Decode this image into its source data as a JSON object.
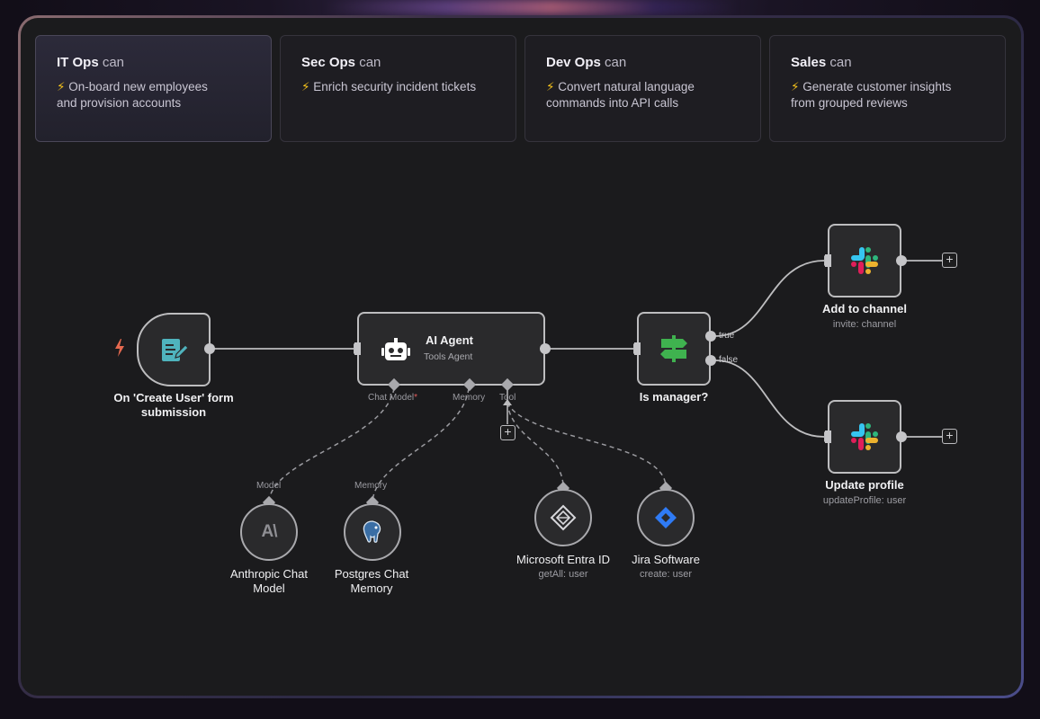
{
  "cards": [
    {
      "team": "IT Ops",
      "can": "can",
      "desc_line1": "On-board new employees",
      "desc_line2": "and provision accounts",
      "active": true
    },
    {
      "team": "Sec Ops",
      "can": "can",
      "desc_line1": "Enrich security incident tickets",
      "desc_line2": "",
      "active": false
    },
    {
      "team": "Dev Ops",
      "can": "can",
      "desc_line1": "Convert natural language",
      "desc_line2": "commands into API calls",
      "active": false
    },
    {
      "team": "Sales",
      "can": "can",
      "desc_line1": "Generate customer insights",
      "desc_line2": "from grouped reviews",
      "active": false
    }
  ],
  "bolt": "⚡",
  "nodes": {
    "trigger": {
      "label_line1": "On 'Create User' form",
      "label_line2": "submission"
    },
    "agent": {
      "title": "AI Agent",
      "subtitle": "Tools Agent",
      "ports": {
        "chat_model": "Chat Model",
        "chat_model_required": "*",
        "memory": "Memory",
        "tool": "Tool"
      }
    },
    "if": {
      "label": "Is manager?",
      "true_label": "true",
      "false_label": "false"
    },
    "add_channel": {
      "label": "Add to channel",
      "sub": "invite: channel"
    },
    "update_profile": {
      "label": "Update profile",
      "sub": "updateProfile: user"
    },
    "anthropic": {
      "port": "Model",
      "label_line1": "Anthropic Chat",
      "label_line2": "Model",
      "glyph": "A\\"
    },
    "postgres": {
      "port": "Memory",
      "label_line1": "Postgres Chat",
      "label_line2": "Memory"
    },
    "entra": {
      "label": "Microsoft Entra ID",
      "sub": "getAll: user"
    },
    "jira": {
      "label": "Jira Software",
      "sub": "create: user"
    }
  },
  "plus": "+",
  "colors": {
    "bolt": "#f4c21b",
    "trigger_icon": "#4fb3bd",
    "if_icon": "#3fb24f",
    "jira_icon": "#2f7bf5",
    "slack_red": "#e01e5a",
    "slack_blue": "#36c5f0",
    "slack_green": "#2eb67d",
    "slack_yellow": "#ecb22e"
  }
}
